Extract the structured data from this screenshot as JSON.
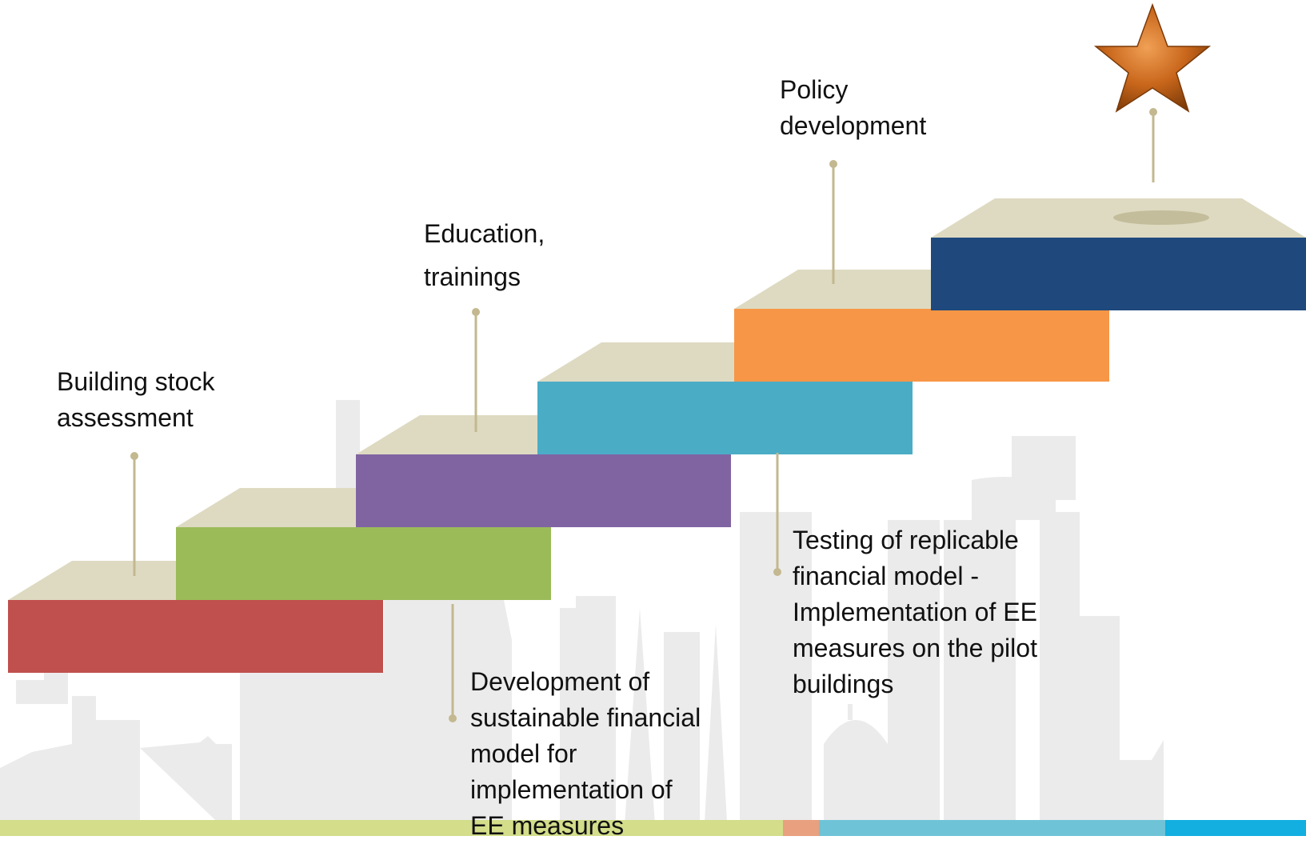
{
  "colors": {
    "step_top": "#dedac2",
    "connector": "#c3b88f",
    "skyline": "#ebebeb",
    "star": "#b35b12"
  },
  "steps": [
    {
      "name": "step-1",
      "color": "#c0504d"
    },
    {
      "name": "step-2",
      "color": "#9bbb59"
    },
    {
      "name": "step-3",
      "color": "#8064a2"
    },
    {
      "name": "step-4",
      "color": "#4bacc6"
    },
    {
      "name": "step-5",
      "color": "#f79646"
    },
    {
      "name": "step-6",
      "color": "#1f497d"
    }
  ],
  "labels": {
    "building_stock": [
      "Building stock",
      "assessment"
    ],
    "financial_model": [
      "Development of",
      "sustainable financial",
      "model for",
      "implementation of",
      "EE measures"
    ],
    "education": [
      "Education,",
      "trainings"
    ],
    "testing": [
      "Testing of replicable",
      "financial model -",
      "Implementation of EE",
      "measures on the pilot",
      "buildings"
    ],
    "policy": [
      "Policy",
      "development"
    ]
  },
  "icons": {
    "goal": "star-icon"
  },
  "bottom_bar": [
    "#d3dd8a",
    "#e8a07e",
    "#6fc3d7",
    "#12afe0"
  ]
}
